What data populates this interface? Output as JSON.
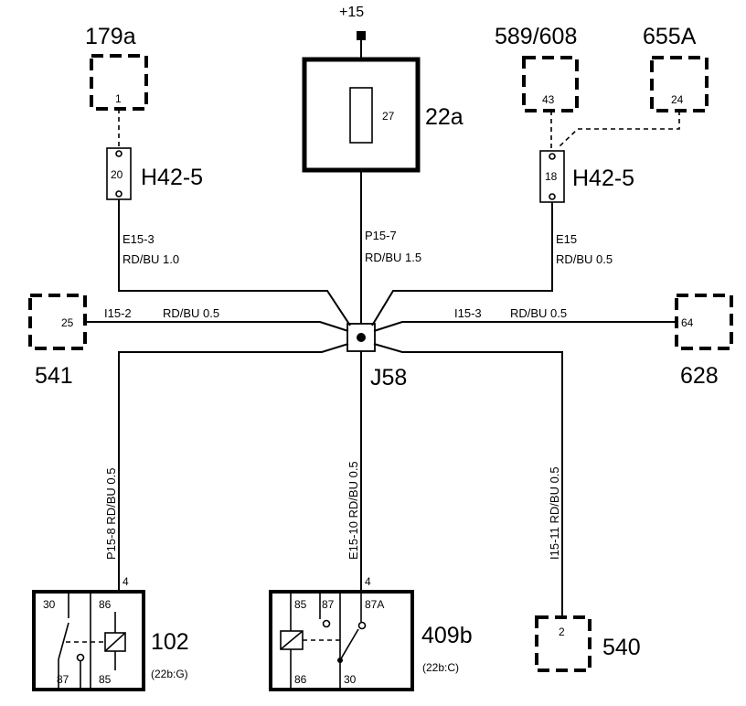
{
  "supply": {
    "label": "+15"
  },
  "fuse": {
    "name": "22a",
    "pin": "27"
  },
  "splice": {
    "name": "J58"
  },
  "connectors": {
    "c179a": {
      "name": "179a",
      "pin": "1"
    },
    "c589": {
      "name": "589/608",
      "pin": "43"
    },
    "c655": {
      "name": "655A",
      "pin": "24"
    },
    "c541": {
      "name": "541",
      "pin": "25"
    },
    "c628": {
      "name": "628",
      "pin": "64"
    },
    "c540": {
      "name": "540",
      "pin": "2"
    },
    "h42_left": {
      "name": "H42-5",
      "pin": "20"
    },
    "h42_right": {
      "name": "H42-5",
      "pin": "18"
    }
  },
  "wires": {
    "e15_3": {
      "id": "E15-3",
      "spec": "RD/BU   1.0"
    },
    "p15_7": {
      "id": "P15-7",
      "spec": "RD/BU   1.5"
    },
    "e15": {
      "id": "E15",
      "spec": "RD/BU    0.5"
    },
    "i15_2": {
      "id": "I15-2",
      "spec": "RD/BU    0.5"
    },
    "i15_3": {
      "id": "I15-3",
      "spec": "RD/BU    0.5"
    },
    "p15_8": {
      "text": "P15-8  RD/BU   0.5"
    },
    "e15_10": {
      "text": "E15-10   RD/BU   0.5"
    },
    "i15_11": {
      "text": "I15-11   RD/BU   0.5"
    }
  },
  "relay102": {
    "name": "102",
    "ref": "(22b:G)",
    "terminal": "4",
    "pins": {
      "p30": "30",
      "p86": "86",
      "p87": "87",
      "p85": "85"
    }
  },
  "relay409b": {
    "name": "409b",
    "ref": "(22b:C)",
    "terminal": "4",
    "pins": {
      "p85": "85",
      "p87": "87",
      "p87a": "87A",
      "p86": "86",
      "p30": "30"
    }
  }
}
